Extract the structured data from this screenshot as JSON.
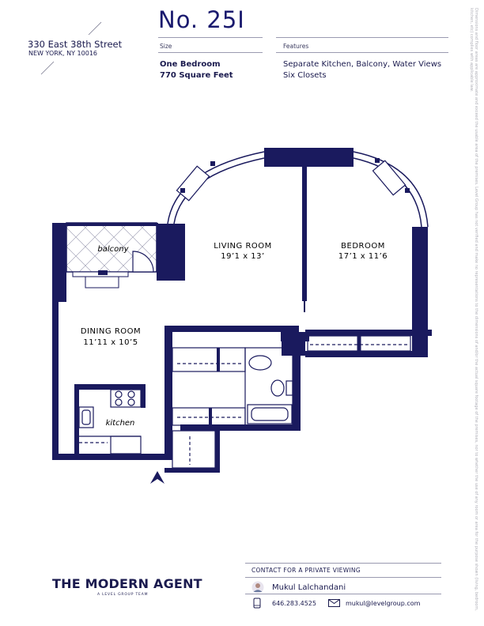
{
  "header": {
    "unit_number": "No. 25I",
    "address_street": "330 East 38th Street",
    "address_city": "NEW YORK, NY 10016"
  },
  "details": {
    "size_label": "Size",
    "size_line1": "One Bedroom",
    "size_line2": "770 Square Feet",
    "features_label": "Features",
    "features_line1": "Separate Kitchen, Balcony, Water Views",
    "features_line2": "Six Closets"
  },
  "floorplan": {
    "living_room_name": "LIVING ROOM",
    "living_room_dims": "19’1 x 13’",
    "bedroom_name": "BEDROOM",
    "bedroom_dims": "17’1 x 11’6",
    "dining_room_name": "DINING ROOM",
    "dining_room_dims": "11’11 x 10’5",
    "balcony_name": "balcony",
    "kitchen_name": "kitchen",
    "wall_color": "#1a1a5e"
  },
  "footer": {
    "brand_name": "THE MODERN AGENT",
    "brand_tagline": "A LEVEL GROUP TEAM",
    "contact_heading": "CONTACT FOR A PRIVATE VIEWING",
    "agent_name": "Mukul Lalchandani",
    "agent_phone": "646.283.4525",
    "agent_email": "mukul@levelgroup.com"
  },
  "disclaimer": "Dimensions and floor areas are approximate and exceed the usable area of the premises. Level Group has not verified and make no representations to the dimensions of and/or the actual square footage of the premises, nor to whether the use of any room or area for the purpose shown (living, bedroom, kitchen, etc) complies with applicable law."
}
